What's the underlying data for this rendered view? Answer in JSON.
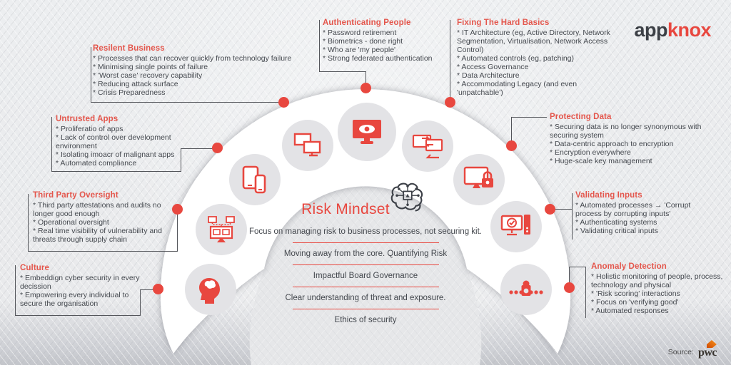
{
  "brand": {
    "app": "app",
    "knox": "knox"
  },
  "source": {
    "label": "Source:",
    "brand": "pwc"
  },
  "center": {
    "title": "Risk Mindset",
    "items": [
      "Focus on managing risk to business processes, not securing kit.",
      "Moving away from the core. Quantifying Risk",
      "Impactful Board Governance",
      "Clear understanding of threat and exposure.",
      "Ethics of security"
    ]
  },
  "sections": {
    "resilient": {
      "title": "Resilent Business",
      "items": [
        "* Processes that can recover quickly from technology failure",
        "* Minimising single points of failure",
        "* 'Worst case' recovery capability",
        "* Reducing attack surface",
        "* Crisis Preparedness"
      ]
    },
    "authenticating": {
      "title": "Authenticating People",
      "items": [
        "* Password retirement",
        "* Biometrics - done right",
        "* Who are 'my people'",
        "* Strong federated authentication"
      ]
    },
    "fixing": {
      "title": "Fixing The Hard Basics",
      "items": [
        "* IT Architecture (eg, Active Directory, Network Segmentation, Virtualisation, Network Access Control)",
        "* Automated controls (eg, patching)",
        "* Access Governance",
        "* Data Architecture",
        "* Accommodating Legacy (and even 'unpatchable')"
      ]
    },
    "untrusted": {
      "title": "Untrusted Apps",
      "items": [
        "* Proliferatio of apps",
        "* Lack of control over development environment",
        "* Isolating imoacr of malignant apps",
        "* Automated compliance"
      ]
    },
    "protecting": {
      "title": "Protecting Data",
      "items": [
        "* Securing data is no longer synonymous with securing system",
        "* Data-centric approach to encryption",
        "* Encryption everywhere",
        "* Huge-scale key management"
      ]
    },
    "thirdparty": {
      "title": "Third Party Oversight",
      "items": [
        "* Third party attestations and audits no longer good enough",
        "* Operational oversight",
        "* Real time visibility of vulnerability and threats through supply chain"
      ]
    },
    "validating": {
      "title": "Validating Inputs",
      "items": [
        "* Automated processes → 'Corrupt process by corrupting inputs'",
        "* Authenticating systems",
        "* Validating critical inputs"
      ]
    },
    "culture": {
      "title": "Culture",
      "items": [
        "* Embeddign cyber security in every decission",
        "* Empowering every individual to secure the organisation"
      ]
    },
    "anomaly": {
      "title": "Anomaly Detection",
      "items": [
        "* Holistic monitoring of people, process, technology and physical",
        "* 'Risk scoring' interactions",
        "* Focus on 'verifying good'",
        "* Automated responses"
      ]
    }
  },
  "icons": {
    "center": "brain-circuit-icon",
    "arc": [
      "head-brain-icon",
      "network-monitors-icon",
      "mobile-devices-icon",
      "dual-monitors-icon",
      "eye-monitor-icon",
      "sync-monitors-icon",
      "monitor-lock-icon",
      "monitor-check-icon",
      "anomaly-lock-icon"
    ]
  },
  "colors": {
    "accent": "#e8473f",
    "heading_red": "#e4564c",
    "text": "#45494f",
    "band": "#ffffff",
    "circle_gray": "#e3e3e6",
    "pwc_orange": "#f0811f"
  }
}
